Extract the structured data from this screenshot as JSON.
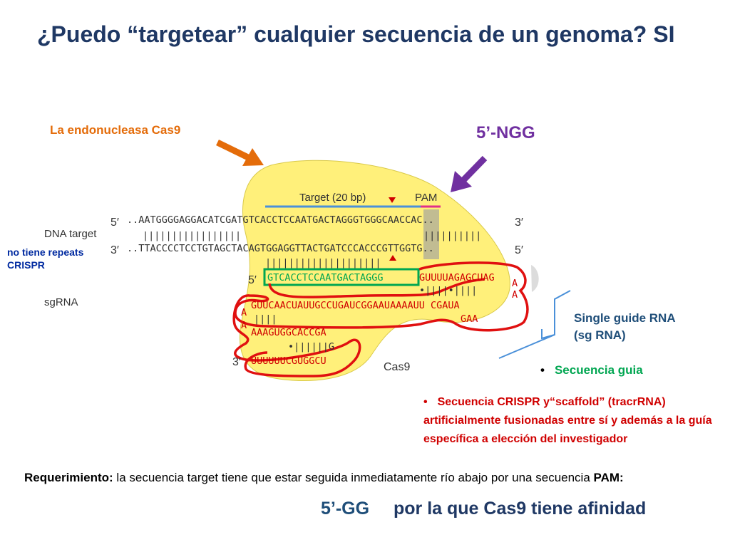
{
  "title": "¿Puedo “targetear” cualquier secuencia de un genoma? SI",
  "labels": {
    "cas9_endonuclease": "La endonucleasa Cas9",
    "pam_motif": "5’-NGG",
    "no_repeats": "no tiene repeats CRISPR",
    "single_guide_line1": "Single guide RNA",
    "single_guide_line2": "(sg RNA)",
    "secuencia_guia": "Secuencia guia",
    "crispr_scaffold": "Secuencia CRISPR y“scaffold” (tracrRNA) artificialmente fusionadas entre sí y además a la guía específica a elección del investigador"
  },
  "figure": {
    "target_label": "Target (20 bp)",
    "pam_label": "PAM",
    "dna_target_label": "DNA target",
    "sgrna_label": "sgRNA",
    "cas9_label": "Cas9",
    "five_prime": "5′",
    "three_prime": "3′",
    "top_strand": "..AATGGGGAGGACATCGATGTCACCTCCAATGACTAGGGTGGGCAACCAC..",
    "top_pairs_left": "|||||||||||||||||",
    "top_pairs_right": "||||||||||",
    "bottom_strand": "..TTACCCCTCCTGTAGCTACAGTGGAGGTTACTGATCCCACCCGTTGGTG..",
    "rna_pairs": "||||||||||||||||||||",
    "guide_seq": "GTCACCTCCAATGACTAGGG",
    "guide_tail": "GUUUUAGAGCUAG",
    "loop_a1": "A",
    "loop_a2": "A",
    "row2_pairs": "•||||•||||",
    "row3": "GUUCAACUAUUGCCUGAUCGGAAUAAAAUU CGAUA",
    "row3b": "GAA",
    "left_a1": "A",
    "left_a2": "A",
    "row4_pairs": "||||",
    "row5": "AAAGUGGCACCGA",
    "row6_pairs": "•||||||G",
    "row7": "UUUUUUCGUGGCU"
  },
  "requirement": {
    "bold": "Requerimiento:",
    "text": " la secuencia target tiene que estar seguida inmediatamente río abajo por una secuencia ",
    "pam": "PAM:"
  },
  "bottom": {
    "motif": "5’-GG",
    "text": "por la que Cas9 tiene afinidad"
  },
  "colors": {
    "title": "#1f3864",
    "orange": "#e46c0a",
    "purple": "#7030a0",
    "cas9_fill": "#fff07a",
    "red": "#d00000",
    "green": "#00a651",
    "target_line": "#4a90d9",
    "pam_line": "#e0308a"
  }
}
